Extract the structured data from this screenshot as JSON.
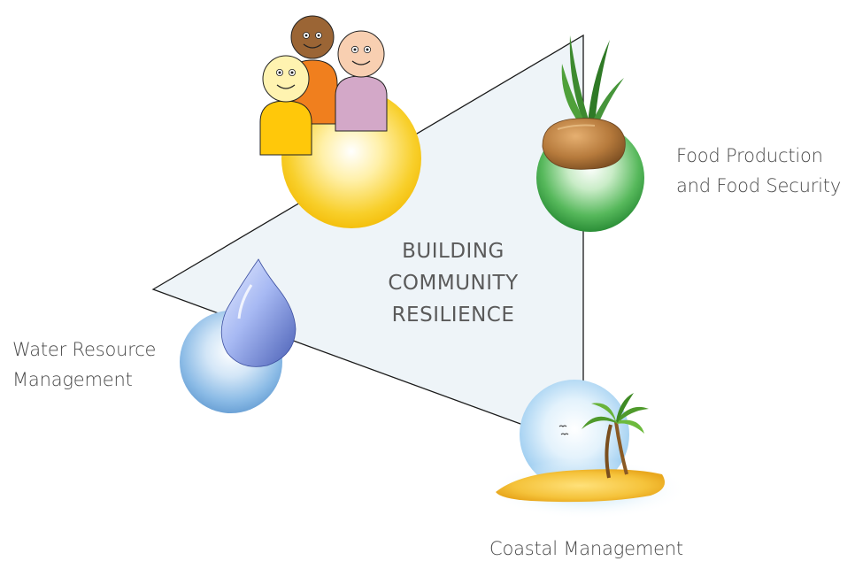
{
  "diagram": {
    "center_text": [
      "BUILDING",
      "COMMUNITY",
      "RESILIENCE"
    ],
    "nodes": [
      {
        "id": "community",
        "label": ""
      },
      {
        "id": "food",
        "label": [
          "Food Production",
          "and Food Security"
        ]
      },
      {
        "id": "water",
        "label": [
          "Water Resource",
          "Management"
        ]
      },
      {
        "id": "coastal",
        "label": [
          "Coastal Management"
        ]
      }
    ],
    "colors": {
      "triangle_fill": "#eef4f8",
      "triangle_stroke": "#1a1a1a",
      "community_orb": "#f6c51a",
      "food_orb": "#2f9a3c",
      "water_orb": "#7fb1e0",
      "coastal_orb": "#a9d3f2",
      "sand": "#f3c53a"
    },
    "icons": [
      "people-icon",
      "plant-icon",
      "water-drop-icon",
      "palm-island-icon",
      "birds-icon"
    ]
  }
}
